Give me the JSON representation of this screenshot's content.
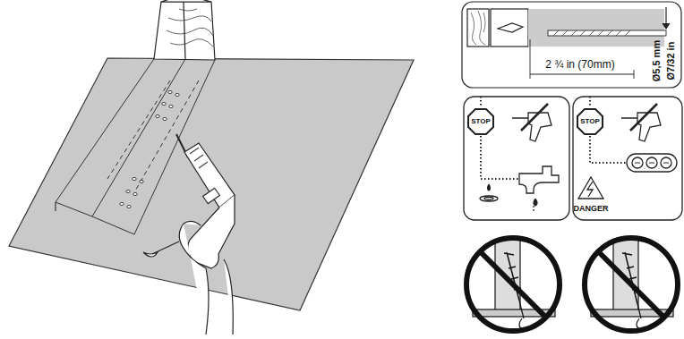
{
  "diagram": {
    "labels": [
      "2 ¾ in (70mm)",
      "Ø5,5 mm",
      "Ø7/32 in",
      "STOP",
      "STOP",
      "DANGER"
    ]
  }
}
